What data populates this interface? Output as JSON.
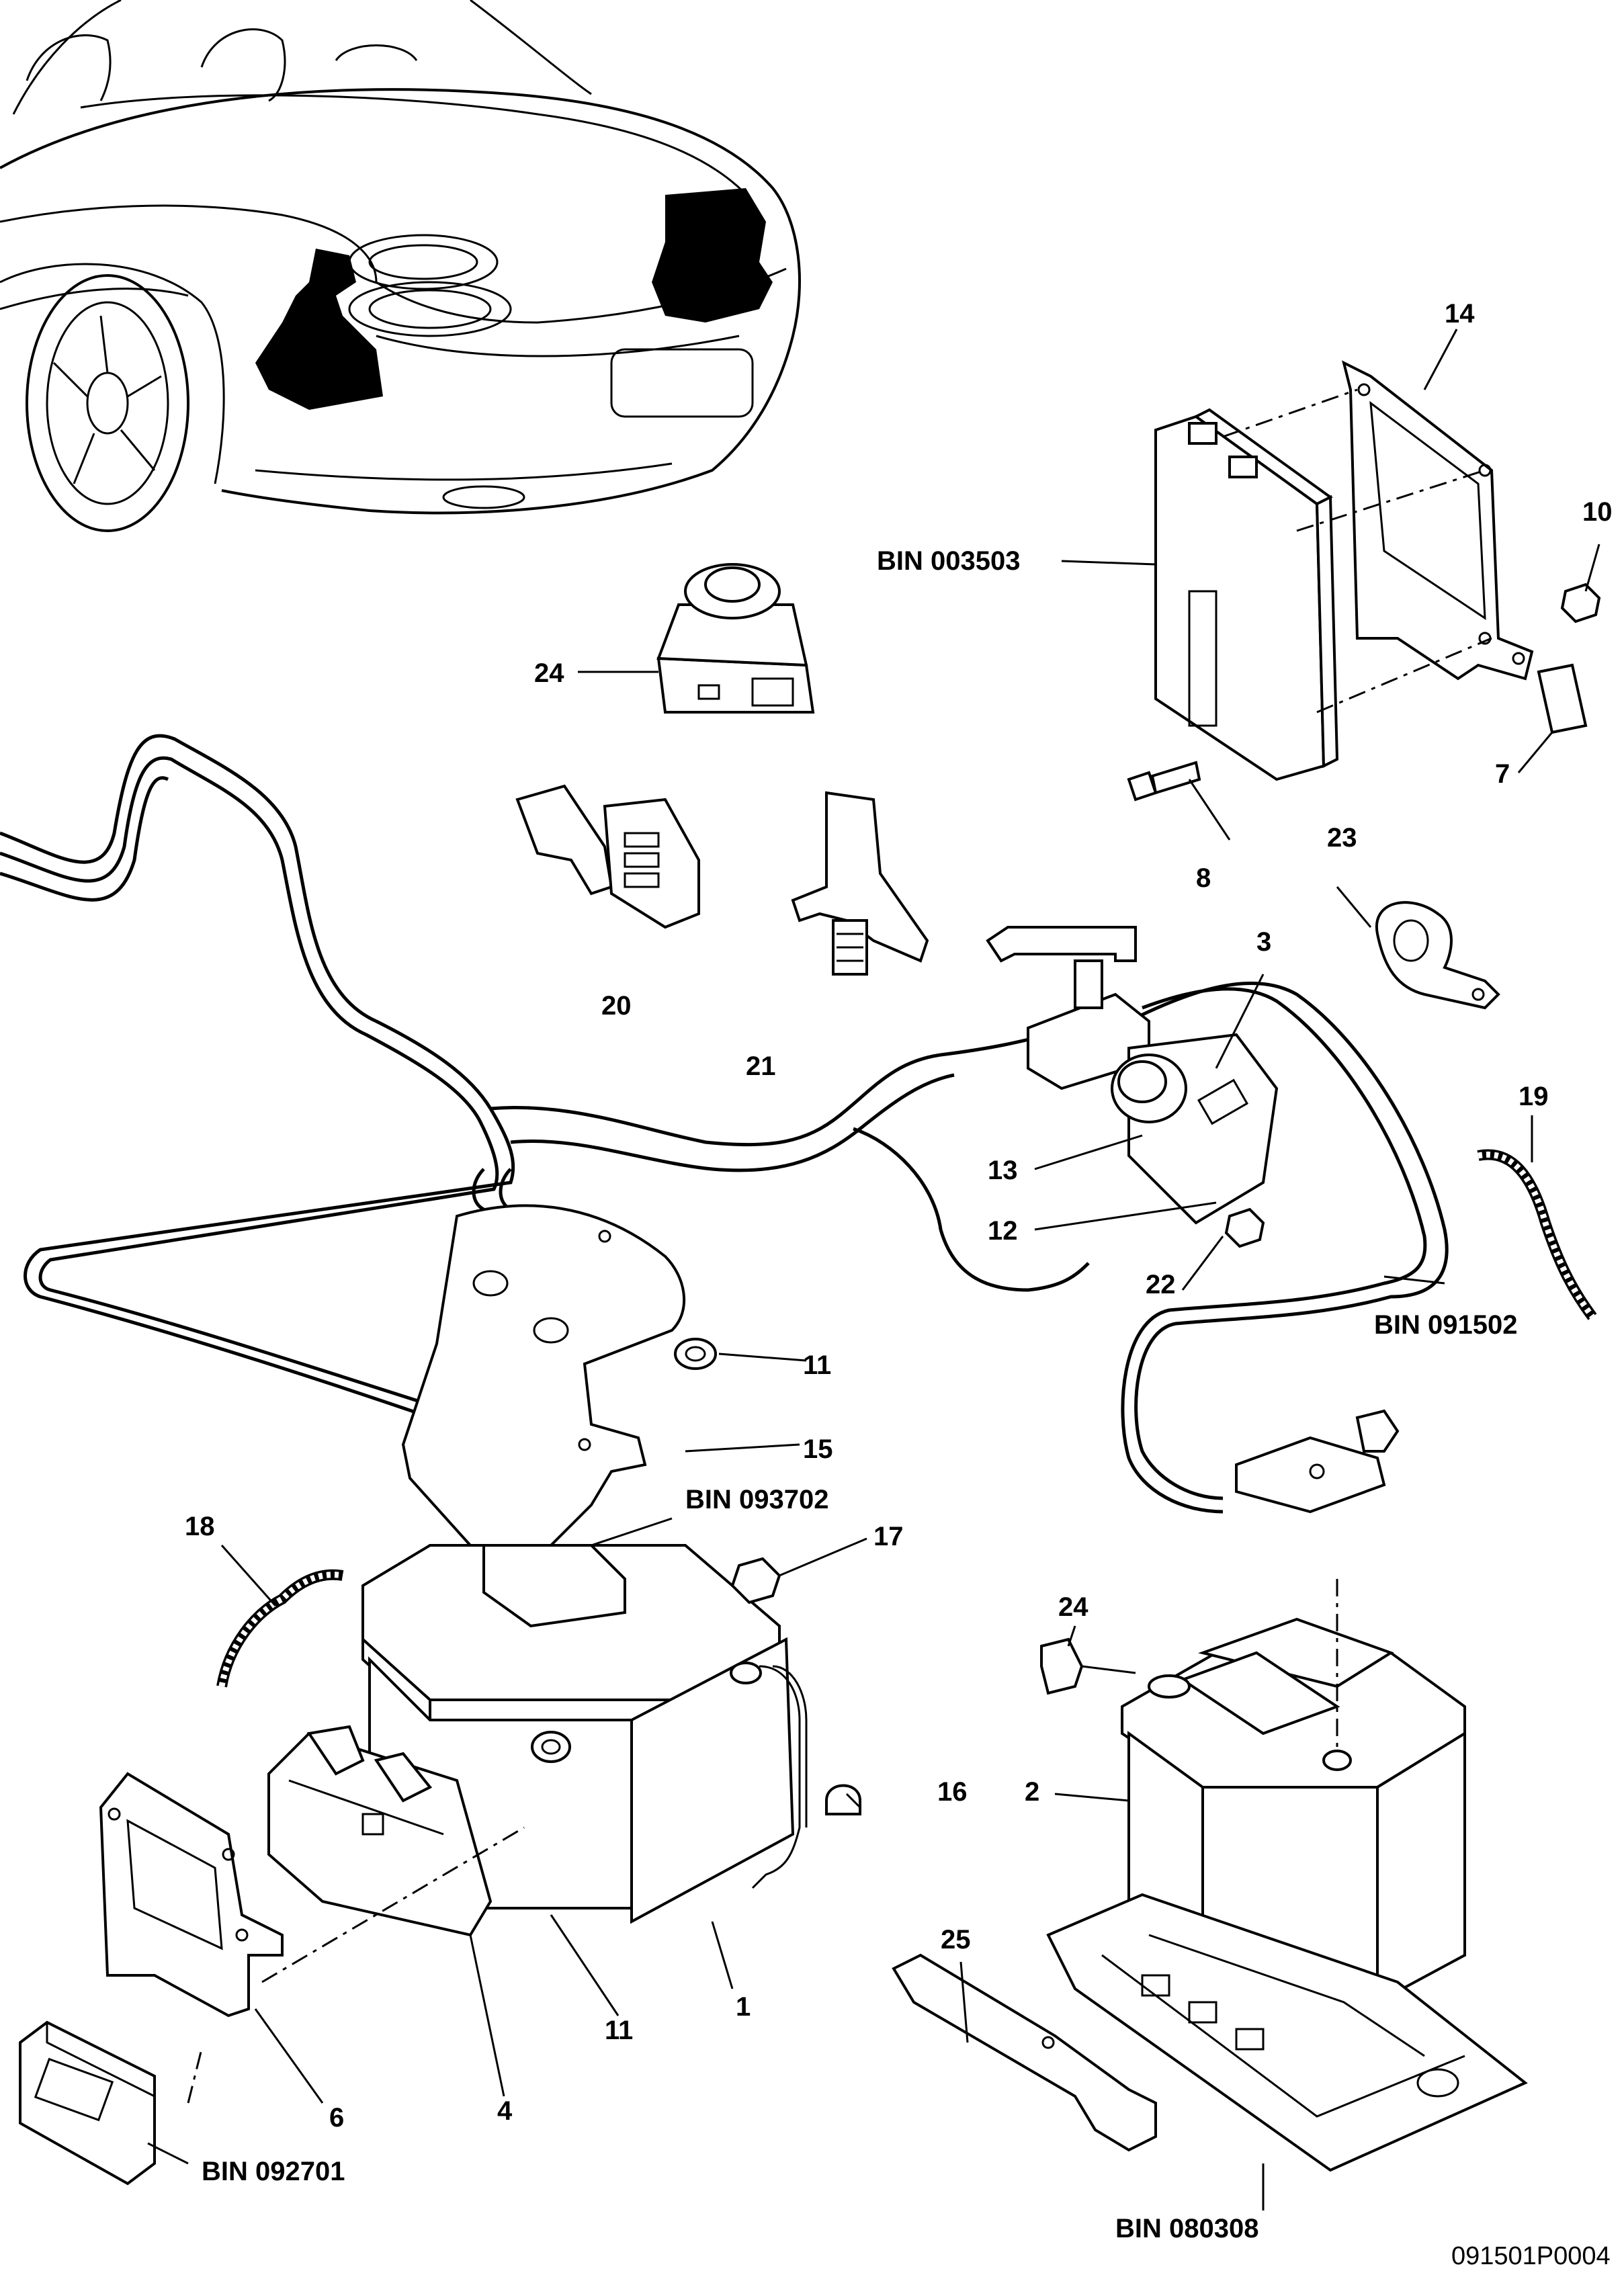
{
  "diagram": {
    "drawing_number": "091501P0004",
    "callouts": {
      "c1": "1",
      "c2": "2",
      "c3": "3",
      "c4": "4",
      "c6": "6",
      "c7": "7",
      "c8": "8",
      "c10": "10",
      "c11a": "11",
      "c11b": "11",
      "c12": "12",
      "c13": "13",
      "c14": "14",
      "c15": "15",
      "c16": "16",
      "c17": "17",
      "c18": "18",
      "c19": "19",
      "c20": "20",
      "c21": "21",
      "c22": "22",
      "c23": "23",
      "c24a": "24",
      "c24b": "24",
      "c25": "25"
    },
    "bins": {
      "bin_003503": "BIN 003503",
      "bin_091502": "BIN 091502",
      "bin_093702": "BIN 093702",
      "bin_092701": "BIN 092701",
      "bin_080308": "BIN 080308"
    }
  }
}
